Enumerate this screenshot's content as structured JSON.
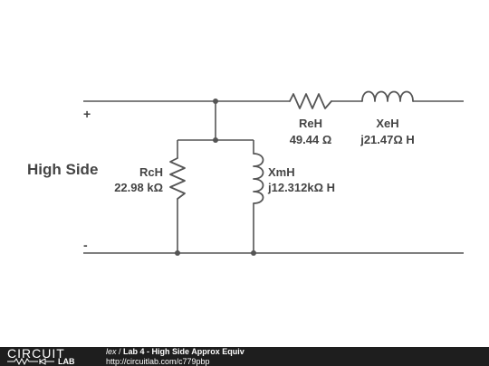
{
  "circuit": {
    "side_label": "High Side",
    "plus": "+",
    "minus": "-",
    "components": [
      {
        "id": "ReH",
        "name": "ReH",
        "value": "49.44 Ω"
      },
      {
        "id": "XeH",
        "name": "XeH",
        "value": "j21.47Ω H"
      },
      {
        "id": "RcH",
        "name": "RcH",
        "value": "22.98 kΩ"
      },
      {
        "id": "XmH",
        "name": "XmH",
        "value": "j12.312kΩ H"
      }
    ]
  },
  "footer": {
    "logo_word": "CIRCUIT",
    "logo_sub": "LAB",
    "user": "lex",
    "separator": " / ",
    "title": "Lab 4 - High Side Approx Equiv",
    "url": "http://circuitlab.com/c779pbp"
  }
}
